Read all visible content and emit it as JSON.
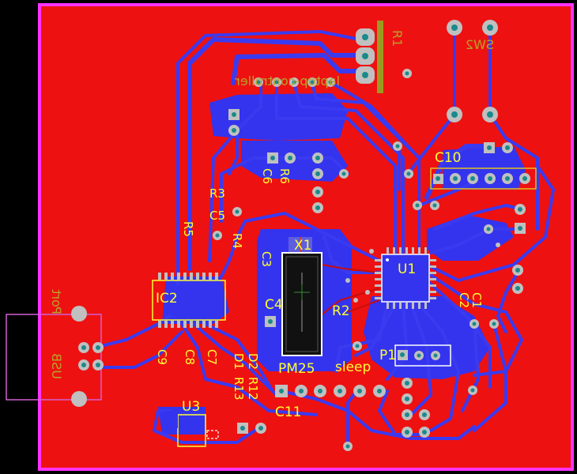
{
  "board": {
    "colors": {
      "top_copper": "#ee1111",
      "bottom_copper": "#3434ee",
      "outline": "#ff33ff",
      "silkscreen": "#ffff33",
      "background": "#000000"
    }
  },
  "labels": {
    "r1": "R1",
    "sw2": "SW2",
    "header_title": "laptop-controller",
    "c10": "C10",
    "c6": "C6",
    "r6": "R6",
    "r3": "R3",
    "c5": "C5",
    "r5": "R5",
    "r4": "R4",
    "x1": "X1",
    "c3": "C3",
    "u1": "U1",
    "c4": "C4",
    "r2": "R2",
    "ic2": "IC2",
    "c1": "C1",
    "c2": "C2",
    "c9": "C9",
    "c8": "C8",
    "c7": "C7",
    "d1": "D1",
    "d2": "D2",
    "p1": "P1",
    "pm25": "PM25",
    "sleep": "sleep",
    "r13": "R13",
    "r12": "R12",
    "usb": "USB",
    "port": "Port",
    "u3": "U3",
    "c11": "C11"
  }
}
